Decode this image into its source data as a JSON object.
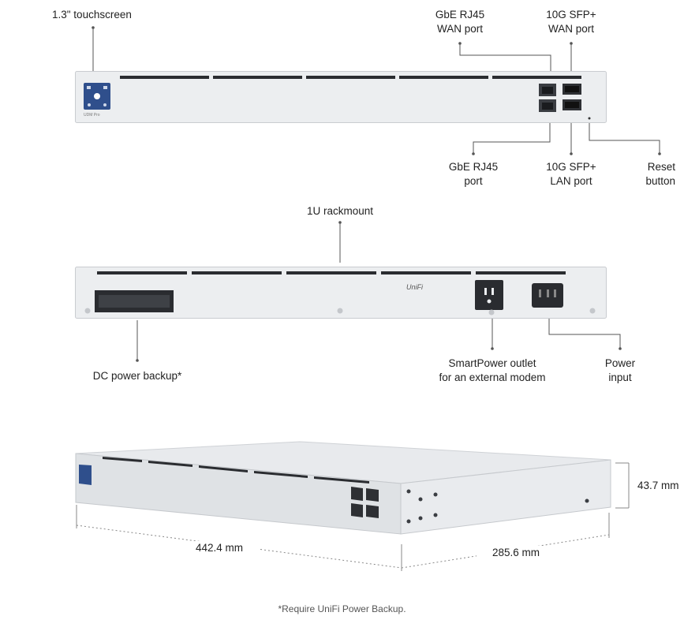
{
  "front_view": {
    "touchscreen": "1.3\" touchscreen",
    "gbe_wan": [
      "GbE RJ45",
      "WAN port"
    ],
    "sfp_wan": [
      "10G SFP+",
      "WAN port"
    ],
    "gbe_port": [
      "GbE RJ45",
      "port"
    ],
    "sfp_lan": [
      "10G SFP+",
      "LAN port"
    ],
    "reset": [
      "Reset",
      "button"
    ],
    "unit_logo": "UDM Pro"
  },
  "rear_view": {
    "rackmount": "1U rackmount",
    "dc_backup": "DC power backup*",
    "smartpower": [
      "SmartPower outlet",
      "for an external modem"
    ],
    "power_input": [
      "Power",
      "input"
    ],
    "brand_logo": "UniFi"
  },
  "dimensions": {
    "width": "442.4 mm",
    "depth": "285.6 mm",
    "height": "43.7 mm"
  },
  "footnote": "*Require UniFi Power Backup.",
  "colors": {
    "chassis": "#eceef0",
    "chassis_edge": "#c9ccd0",
    "vent": "#2a2c30",
    "screen": "#2f4f8c",
    "leader_line": "#555555"
  }
}
